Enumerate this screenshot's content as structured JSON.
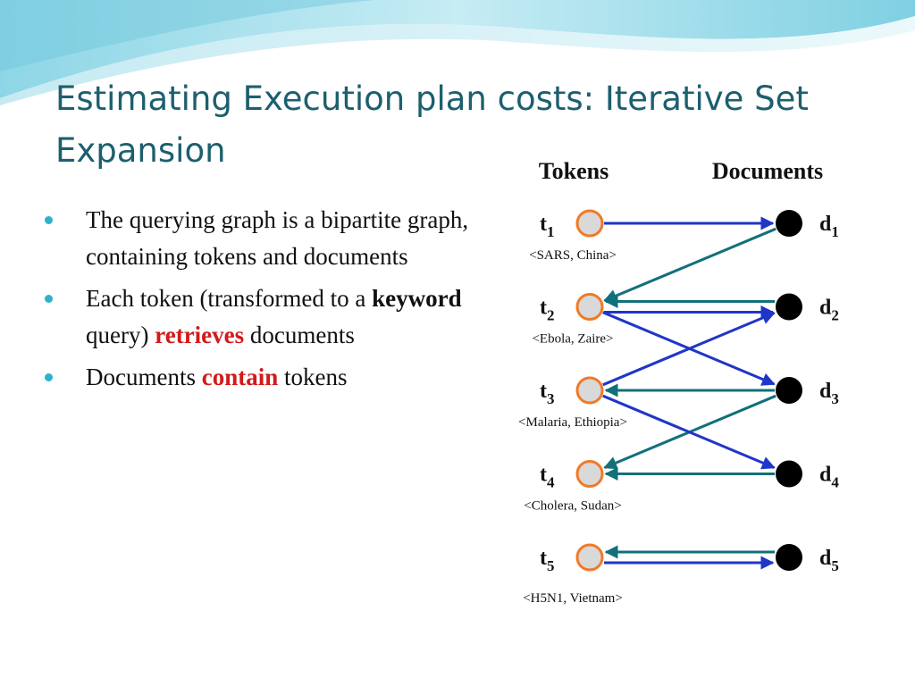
{
  "slide": {
    "title": "Estimating Execution plan costs: Iterative Set Expansion"
  },
  "bullets": [
    {
      "parts": [
        {
          "text": "The querying graph is a bipartite graph, containing tokens and documents",
          "style": "normal"
        }
      ]
    },
    {
      "parts": [
        {
          "text": "Each token (transformed to a ",
          "style": "normal"
        },
        {
          "text": "keyword",
          "style": "bold"
        },
        {
          "text": " query) ",
          "style": "normal"
        },
        {
          "text": "retrieves",
          "style": "red"
        },
        {
          "text": " documents",
          "style": "normal"
        }
      ]
    },
    {
      "parts": [
        {
          "text": "Documents ",
          "style": "normal"
        },
        {
          "text": "contain",
          "style": "red"
        },
        {
          "text": " tokens",
          "style": "normal"
        }
      ]
    }
  ],
  "graph": {
    "headers": {
      "tokens": "Tokens",
      "documents": "Documents"
    },
    "tokens": [
      {
        "id": "t1",
        "base": "t",
        "sub": "1",
        "label": "<SARS, China>"
      },
      {
        "id": "t2",
        "base": "t",
        "sub": "2",
        "label": "<Ebola, Zaire>"
      },
      {
        "id": "t3",
        "base": "t",
        "sub": "3",
        "label": "<Malaria, Ethiopia>"
      },
      {
        "id": "t4",
        "base": "t",
        "sub": "4",
        "label": "<Cholera, Sudan>"
      },
      {
        "id": "t5",
        "base": "t",
        "sub": "5",
        "label": "<H5N1, Vietnam>"
      }
    ],
    "documents": [
      {
        "id": "d1",
        "base": "d",
        "sub": "1"
      },
      {
        "id": "d2",
        "base": "d",
        "sub": "2"
      },
      {
        "id": "d3",
        "base": "d",
        "sub": "3"
      },
      {
        "id": "d4",
        "base": "d",
        "sub": "4"
      },
      {
        "id": "d5",
        "base": "d",
        "sub": "5"
      }
    ],
    "retrieves_edges": [
      {
        "from": "t1",
        "to": "d1"
      },
      {
        "from": "t2",
        "to": "d2"
      },
      {
        "from": "t2",
        "to": "d3"
      },
      {
        "from": "t3",
        "to": "d2"
      },
      {
        "from": "t3",
        "to": "d4"
      },
      {
        "from": "t5",
        "to": "d5"
      }
    ],
    "contains_edges": [
      {
        "from": "d1",
        "to": "t2"
      },
      {
        "from": "d2",
        "to": "t2"
      },
      {
        "from": "d3",
        "to": "t3"
      },
      {
        "from": "d3",
        "to": "t4"
      },
      {
        "from": "d4",
        "to": "t4"
      },
      {
        "from": "d5",
        "to": "t5"
      }
    ],
    "colors": {
      "retrieves": "#1f36c7",
      "contains": "#12707a",
      "token_fill": "#d9d9d9",
      "token_stroke": "#f07a28",
      "document_fill": "#000000"
    }
  }
}
